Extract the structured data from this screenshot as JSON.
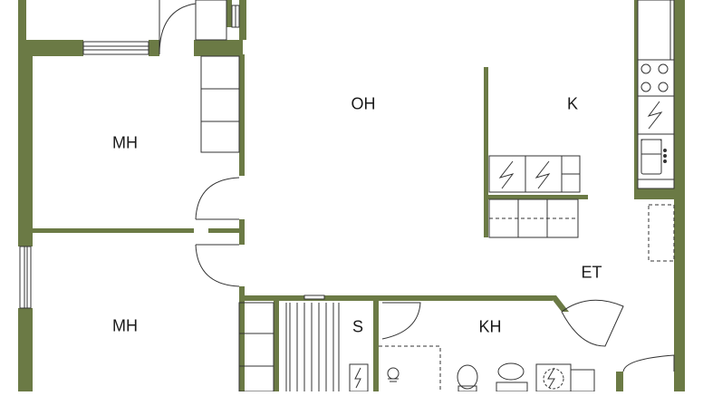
{
  "colors": {
    "wall": "#6b7a45",
    "fixture_stroke": "#333333",
    "background": "#ffffff"
  },
  "rooms": {
    "living_room": "OH",
    "kitchen": "K",
    "bedroom_1": "MH",
    "bedroom_2": "MH",
    "entrance": "ET",
    "sauna": "S",
    "bathroom": "KH"
  },
  "icons": [
    "stove-icon",
    "electric-symbol-icon",
    "sink-icon",
    "toilet-icon",
    "washbasin-icon",
    "shower-icon",
    "door-swing-icon",
    "window-icon",
    "wardrobe-icon",
    "sauna-bench-icon"
  ]
}
